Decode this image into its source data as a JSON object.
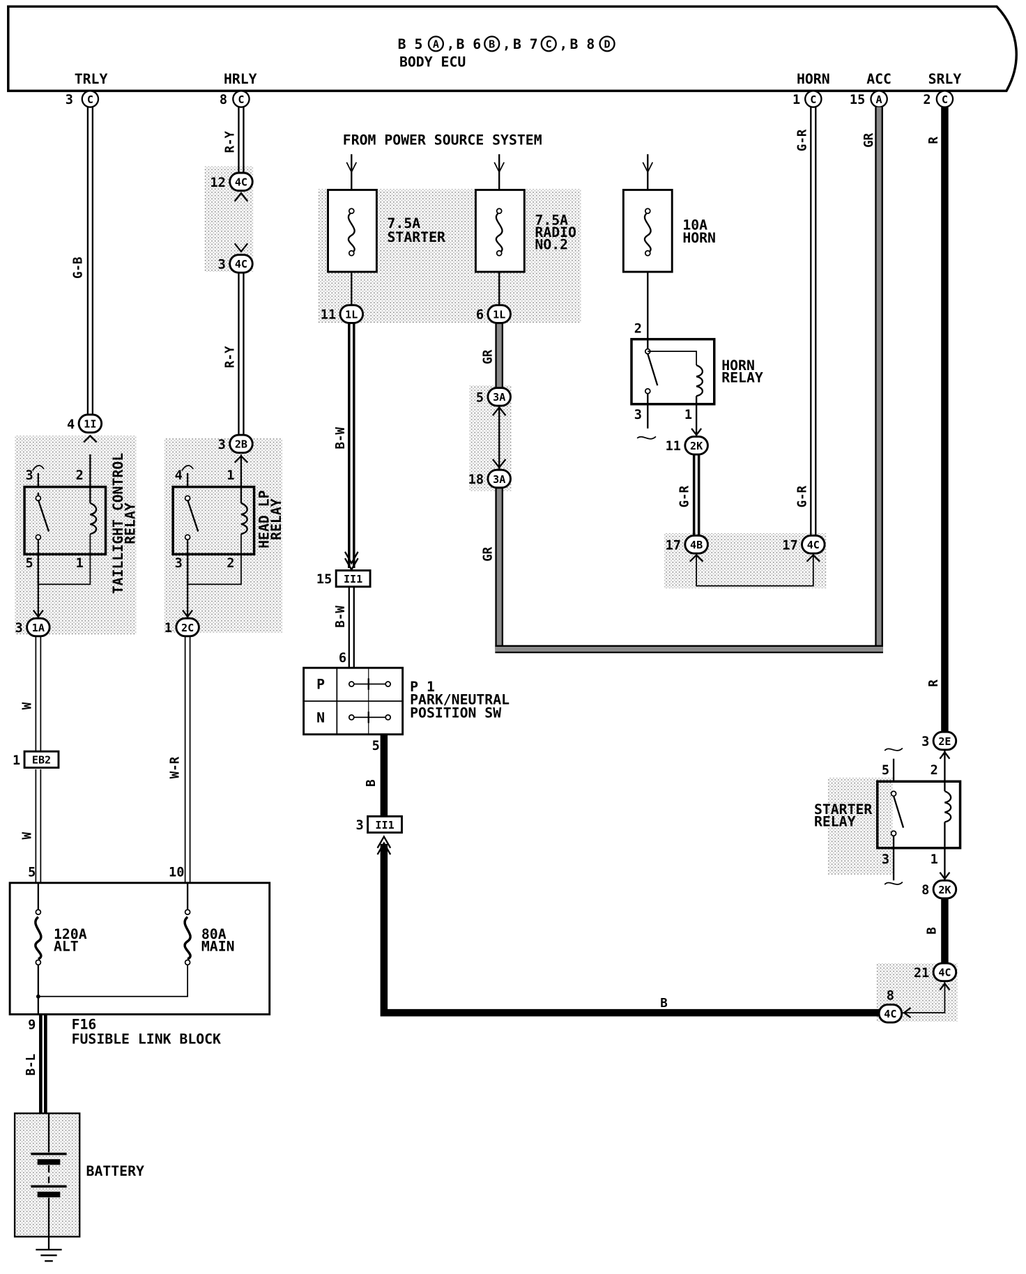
{
  "ecu": {
    "connectors_line": "B 5Ⓐ, B 6Ⓑ, B 7Ⓒ, B 8Ⓓ",
    "connector_parts": [
      "B 5",
      "A",
      "B 6",
      "B",
      "B 7",
      "C",
      "B 8",
      "D"
    ],
    "title": "BODY ECU",
    "terminals": {
      "trly": {
        "name": "TRLY",
        "pin": "3",
        "conn": "C"
      },
      "hrly": {
        "name": "HRLY",
        "pin": "8",
        "conn": "C"
      },
      "horn": {
        "name": "HORN",
        "pin": "1",
        "conn": "C"
      },
      "acc": {
        "name": "ACC",
        "pin": "15",
        "conn": "A"
      },
      "srly": {
        "name": "SRLY",
        "pin": "2",
        "conn": "C"
      }
    }
  },
  "power_source_label": "FROM POWER SOURCE SYSTEM",
  "fuses": {
    "starter": {
      "line1": "7.5A",
      "line2": "STARTER"
    },
    "radio": {
      "line1": "7.5A",
      "line2": "RADIO",
      "line3": "NO.2"
    },
    "horn": {
      "line1": "10A",
      "line2": "HORN"
    }
  },
  "relays": {
    "taillight": {
      "line1": "TAILLIGHT CONTROL",
      "line2": "RELAY",
      "pins": {
        "p3": "3",
        "p2": "2",
        "p5": "5",
        "p1": "1"
      }
    },
    "headlp": {
      "line1": "HEAD LP",
      "line2": "RELAY",
      "pins": {
        "p4": "4",
        "p1": "1",
        "p3": "3",
        "p2": "2"
      }
    },
    "horn": {
      "line1": "HORN",
      "line2": "RELAY",
      "pins": {
        "p2": "2",
        "p3": "3",
        "p1": "1"
      }
    },
    "starter": {
      "line1": "STARTER",
      "line2": "RELAY",
      "pins": {
        "p5": "5",
        "p2": "2",
        "p3": "3",
        "p1": "1"
      }
    }
  },
  "connectors": {
    "c1i_4": {
      "pin": "4",
      "code": "1I"
    },
    "c2b_3": {
      "pin": "3",
      "code": "2B"
    },
    "c4c_12": {
      "pin": "12",
      "code": "4C"
    },
    "c4c_3": {
      "pin": "3",
      "code": "4C"
    },
    "c1l_11": {
      "pin": "11",
      "code": "1L"
    },
    "c1l_6": {
      "pin": "6",
      "code": "1L"
    },
    "c3a_5": {
      "pin": "5",
      "code": "3A"
    },
    "c3a_18": {
      "pin": "18",
      "code": "3A"
    },
    "c2k_11": {
      "pin": "11",
      "code": "2K"
    },
    "c4b_17": {
      "pin": "17",
      "code": "4B"
    },
    "c4c_17": {
      "pin": "17",
      "code": "4C"
    },
    "c1a_3": {
      "pin": "3",
      "code": "1A"
    },
    "c2c_1": {
      "pin": "1",
      "code": "2C"
    },
    "c2e_3": {
      "pin": "3",
      "code": "2E"
    },
    "c2k_8": {
      "pin": "8",
      "code": "2K"
    },
    "c4c_21": {
      "pin": "21",
      "code": "4C"
    },
    "c4c_8": {
      "pin": "8",
      "code": "4C"
    },
    "ii1_15": {
      "pin": "15",
      "code": "II1"
    },
    "ii1_3": {
      "pin": "3",
      "code": "II1"
    },
    "eb2_1": {
      "pin": "1",
      "code": "EB2"
    }
  },
  "wire_colors": {
    "gb": "G-B",
    "ry1": "R-Y",
    "ry2": "R-Y",
    "gr_horn": "G-R",
    "gr_acc": "GR",
    "r1": "R",
    "r2": "R",
    "bw1": "B-W",
    "bw2": "B-W",
    "gr_radio1": "GR",
    "gr_radio2": "GR",
    "gr_hr": "G-R",
    "gr_hr2": "G-R",
    "w1": "W",
    "w2": "W",
    "wr": "W-R",
    "b1": "B",
    "b2": "B",
    "b3": "B",
    "bl": "B-L"
  },
  "park_neutral": {
    "code": "P 1",
    "line1": "PARK/NEUTRAL",
    "line2": "POSITION SW",
    "p_label": "P",
    "n_label": "N",
    "pin_top": "6",
    "pin_bottom": "5"
  },
  "fusible_link": {
    "code": "F16",
    "title": "FUSIBLE LINK BLOCK",
    "alt_amp": "120A",
    "alt_name": "ALT",
    "main_amp": "80A",
    "main_name": "MAIN",
    "pin5": "5",
    "pin10": "10",
    "pin9": "9"
  },
  "battery": {
    "label": "BATTERY"
  }
}
